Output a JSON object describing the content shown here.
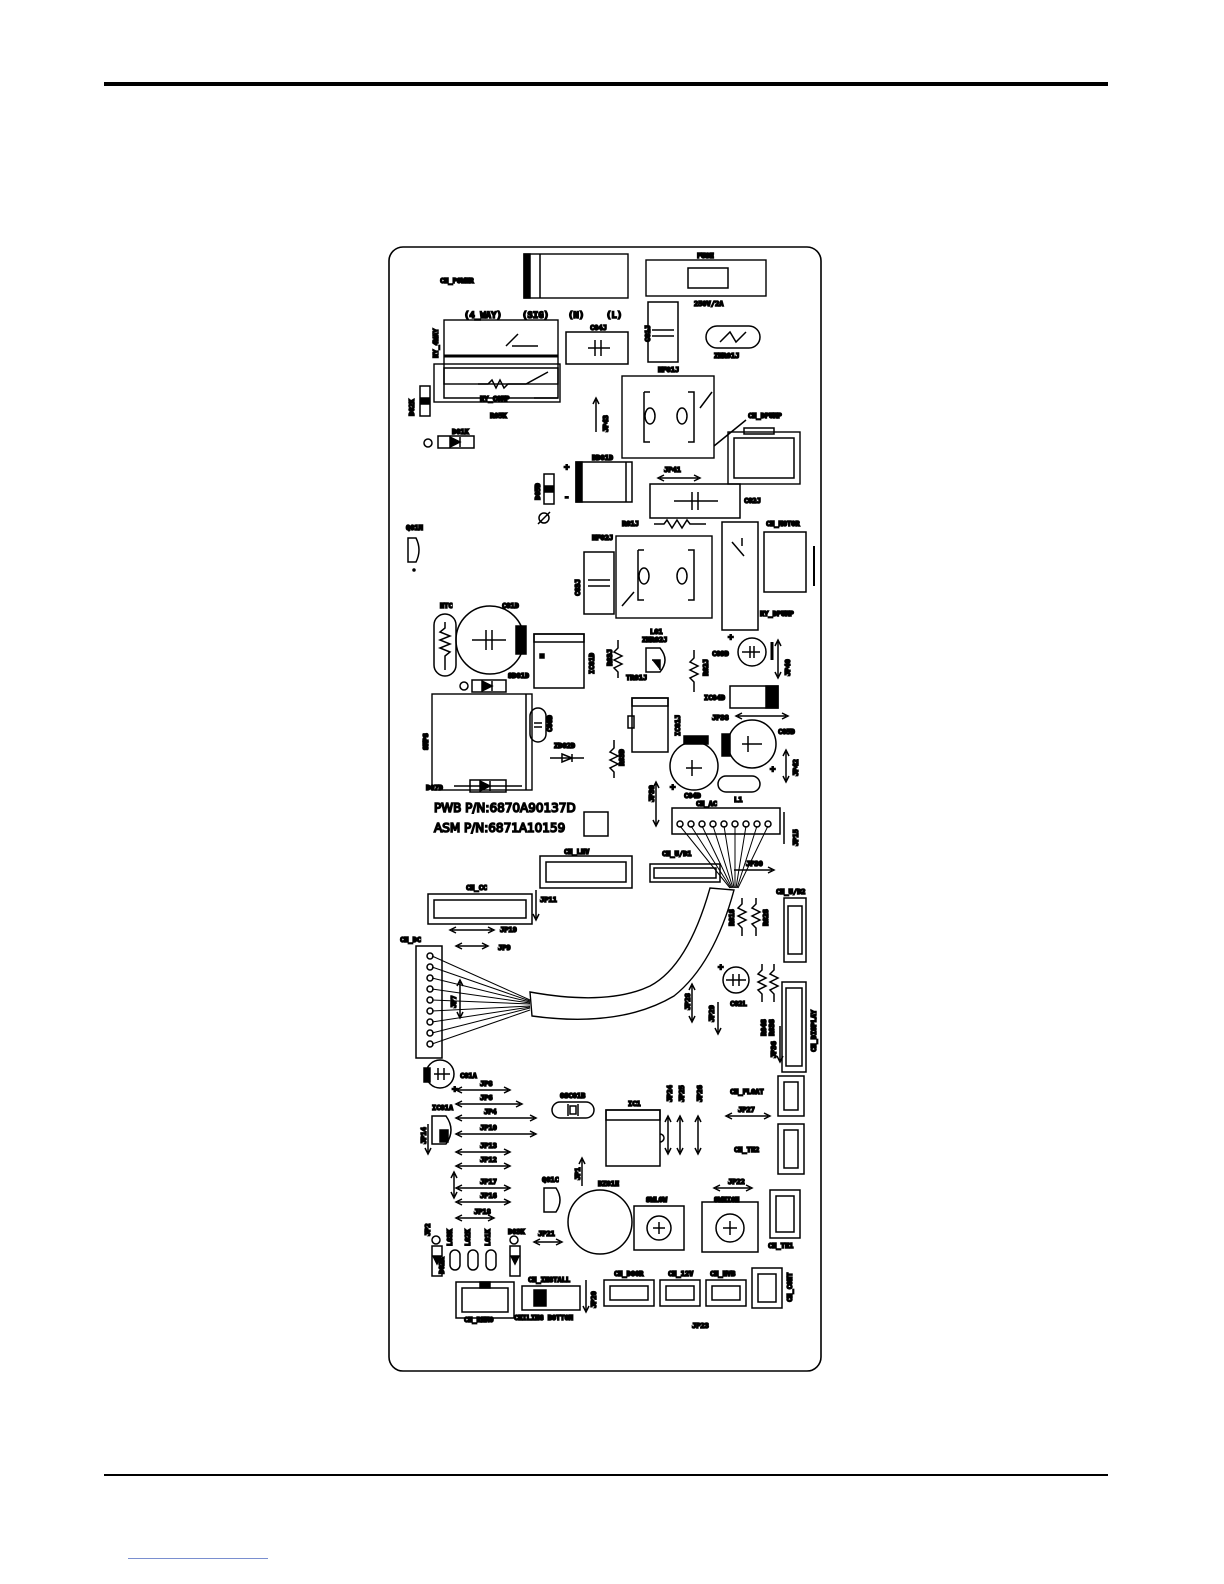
{
  "board": {
    "pn": {
      "pwb": "PWB P/N:6870A90137D",
      "asm": "ASM P/N:6871A10159"
    },
    "terminals": {
      "way4": "(4_WAY)",
      "sig": "(SIG)",
      "n": "(N)",
      "l": "(L)"
    },
    "labels": {
      "cn_power": "CN_POWER",
      "fuse": "FUSE",
      "fuse_rating": "250V/2A",
      "c04j": "C04J",
      "c01j": "C01J",
      "znr01j": "ZNR01J",
      "ry_4way": "RY_4WAY",
      "ry_comp": "RY_COMP",
      "r05k": "R05K",
      "d02k_top": "D02K",
      "d01k": "D01K",
      "jp43": "JP43",
      "nf01j": "NF01J",
      "cn_dpump": "CN_DPUMP",
      "bd01d": "BD01D",
      "jp41": "JP41",
      "d05d": "D05D",
      "c02j": "C02J",
      "q01m": "Q01M",
      "r01j": "R01J",
      "nf02j": "NF02J",
      "cn_motor": "CN_MOTOR",
      "c03j": "C03J",
      "ry_dpump": "RY_DPUMP",
      "ntc": "NTC",
      "c01d": "C01D",
      "l01": "L01",
      "znr02j": "ZNR02J",
      "r03j": "R03J",
      "ic01d": "IC01D",
      "tr01j": "TR01J",
      "r02j": "R02J",
      "c09d": "C09D",
      "jp40": "JP40",
      "sd01d": "SD01D",
      "ic04d": "IC04D",
      "smps": "SMPS",
      "c06d_left": "C06D",
      "jp38": "JP38",
      "ic01j": "IC01J",
      "c05d": "C05D",
      "zd02d": "ZD02D",
      "r03d": "R03D",
      "d07d": "D07D",
      "jp42": "JP42",
      "jp39": "JP39",
      "c04d": "C04D",
      "l1": "L1",
      "cn_ac": "CN_AC",
      "jp15": "JP15",
      "cn_lev": "CN_LEV",
      "cn_ud1": "CN_U/D1",
      "jp30": "JP30",
      "cn_cc": "CN_CC",
      "jp11": "JP11",
      "jp19": "JP19",
      "r01s": "R01S",
      "r02s": "R02S",
      "cn_ud2": "CN_U/D2",
      "cn_dc": "CN_DC",
      "jp9": "JP9",
      "jp7": "JP7",
      "jp28": "JP28",
      "c02l": "C02L",
      "jp29": "JP29",
      "r04s": "R04S",
      "r03s": "R03S",
      "jp36": "JP36",
      "cn_display": "CN_DISPLAY",
      "c01a": "C01A",
      "jp8": "JP8",
      "jp6": "JP6",
      "jp4": "JP4",
      "jp10": "JP10",
      "osc01b": "OSC01B",
      "ic1": "IC1",
      "jp24": "JP24",
      "jp25": "JP25",
      "jp26": "JP26",
      "cn_float": "CN_FLOAT",
      "ic01a": "IC01A",
      "jp27": "JP27",
      "jp14": "JP14",
      "jp13": "JP13",
      "jp12": "JP12",
      "cn_th2": "CN_TH2",
      "jp1": "JP1",
      "q01c": "Q01C",
      "bz01e": "BZ01E",
      "jp17": "JP17",
      "jp16": "JP16",
      "swlow": "SWLOW",
      "jp22": "JP22",
      "swhigh": "SWHIGH",
      "jp2": "JP2",
      "jp18": "JP18",
      "d03k": "D03K",
      "l02k": "L02K",
      "l03k": "L03K",
      "l01k": "L01K",
      "jp21": "JP21",
      "cn_th1": "CN_TH1",
      "d02k": "D02K",
      "cn_install": "CN_INSTALL",
      "cn_door": "CN_DOOR",
      "cn_12v": "CN_12V",
      "cn_hvb": "CN_HVB",
      "cn_cont": "CN_CONT",
      "jp20": "JP20",
      "cn_remo": "CN_REMO",
      "ceiling_bottom": "CEILING BOTTOM",
      "jp23": "JP23"
    }
  }
}
